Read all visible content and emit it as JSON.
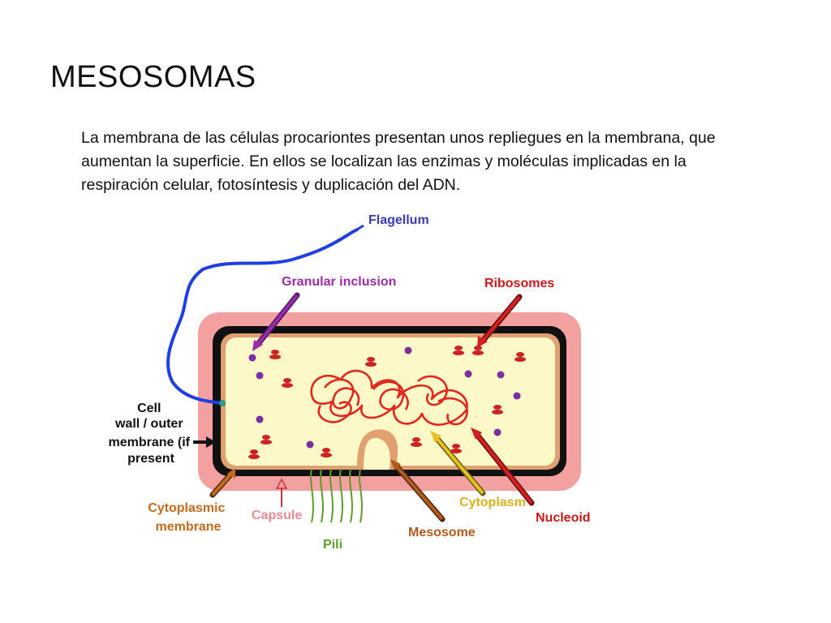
{
  "slide": {
    "title": "MESOSOMAS",
    "body": "La membrana de las células procariontes presentan unos repliegues en la membrana, que aumentan la superficie. En ellos se localizan las enzimas y moléculas implicadas en la respiración celular, fotosíntesis y duplicación del ADN."
  },
  "diagram": {
    "labels": {
      "flagellum": "Flagellum",
      "granular_inclusion": "Granular inclusion",
      "ribosomes": "Ribosomes",
      "cell_wall": [
        "Cell",
        "wall / outer",
        "membrane (if",
        "present"
      ],
      "cytoplasmic_membrane": [
        "Cytoplasmic",
        "membrane"
      ],
      "capsule": "Capsule",
      "pili": "Pili",
      "mesosome": "Mesosome",
      "cytoplasm": "Cytoplasm",
      "nucleoid": "Nucleoid"
    },
    "colors": {
      "flagellum_label": "#3a3ab8",
      "granular_label": "#9b2aa5",
      "ribosomes_label": "#c8191d",
      "cell_wall_label": "#111111",
      "cytoplasmic_label": "#c36a1c",
      "capsule_label": "#e98b93",
      "pili_label": "#5e9a2c",
      "mesosome_label": "#b35a1e",
      "cytoplasm_label": "#d8b21a",
      "nucleoid_label": "#c8191d",
      "capsule_fill": "#f3a0a0",
      "cell_wall_fill": "#111111",
      "membrane_fill": "#e0a070",
      "cytoplasm_fill": "#fdf8c8",
      "flagellum": "#1f3fe0",
      "dna": "#e0281e",
      "granule": "#7a2fa0",
      "ribosome": "#cc2222",
      "pili": "#5e9a2c"
    }
  }
}
